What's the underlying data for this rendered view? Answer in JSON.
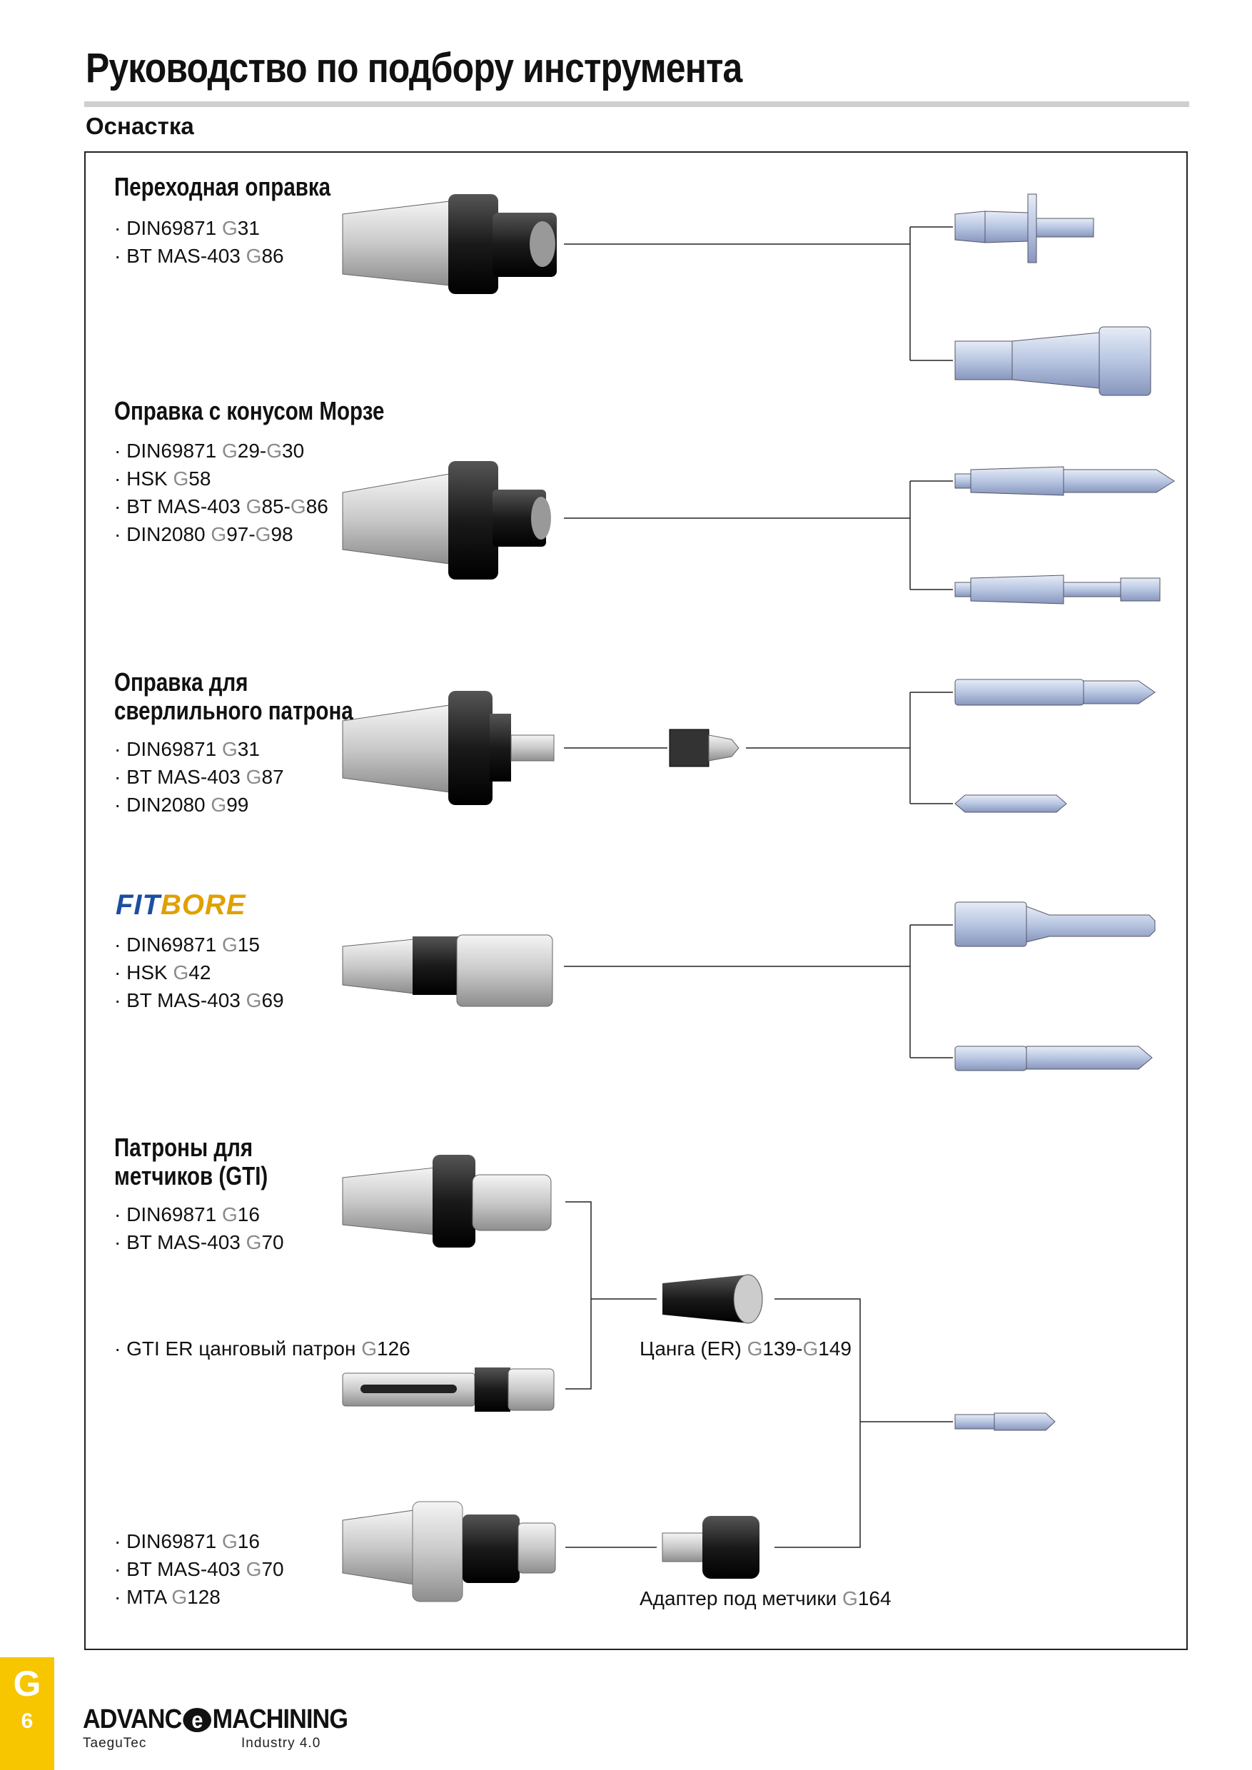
{
  "header": {
    "title": "Руководство по подбору инструмента",
    "subtitle": "Оснастка"
  },
  "sections": {
    "s1": {
      "title": "Переходная оправка",
      "specs": [
        {
          "name": "· DIN69871 ",
          "g": "G",
          "n": "31"
        },
        {
          "name": "· BT MAS-403 ",
          "g": "G",
          "n": "86"
        }
      ]
    },
    "s2": {
      "title": "Оправка с конусом Морзе",
      "specs": [
        {
          "name": "· DIN69871 ",
          "g": "G",
          "n": "29-",
          "g2": "G",
          "n2": "30"
        },
        {
          "name": "· HSK ",
          "g": "G",
          "n": "58"
        },
        {
          "name": "· BT MAS-403 ",
          "g": "G",
          "n": "85-",
          "g2": "G",
          "n2": "86"
        },
        {
          "name": "· DIN2080 ",
          "g": "G",
          "n": "97-",
          "g2": "G",
          "n2": "98"
        }
      ]
    },
    "s3": {
      "title_line1": "Оправка для",
      "title_line2": "сверлильного патрона",
      "specs": [
        {
          "name": "· DIN69871 ",
          "g": "G",
          "n": "31"
        },
        {
          "name": "· BT MAS-403 ",
          "g": "G",
          "n": "87"
        },
        {
          "name": "· DIN2080 ",
          "g": "G",
          "n": "99"
        }
      ]
    },
    "s4": {
      "logo_a": "FIT",
      "logo_b": "BORE",
      "specs": [
        {
          "name": "· DIN69871 ",
          "g": "G",
          "n": "15"
        },
        {
          "name": "· HSK ",
          "g": "G",
          "n": "42"
        },
        {
          "name": "· BT MAS-403 ",
          "g": "G",
          "n": "69"
        }
      ]
    },
    "s5": {
      "title_line1": "Патроны для",
      "title_line2": "метчиков (GTI)",
      "specs": [
        {
          "name": "· DIN69871 ",
          "g": "G",
          "n": "16"
        },
        {
          "name": "· BT MAS-403 ",
          "g": "G",
          "n": "70"
        }
      ],
      "er_spec": {
        "name": "· GTI ER цанговый патрон ",
        "g": "G",
        "n": "126"
      },
      "specs_b": [
        {
          "name": "· DIN69871 ",
          "g": "G",
          "n": "16"
        },
        {
          "name": "· BT MAS-403 ",
          "g": "G",
          "n": "70"
        },
        {
          "name": "· MTA ",
          "g": "G",
          "n": "128"
        }
      ],
      "collet_caption": {
        "name": "Цанга (ER) ",
        "g": "G",
        "n": "139-",
        "g2": "G",
        "n2": "149"
      },
      "adapter_caption": {
        "name": "Адаптер под метчики ",
        "g": "G",
        "n": "164"
      }
    }
  },
  "footer": {
    "tab_letter": "G",
    "page_number": "6",
    "logo_left": "ADVANC",
    "logo_e": "e",
    "logo_right": "MACHINING",
    "logo_sub_left": "TaeguTec",
    "logo_sub_right": "Industry 4.0"
  }
}
